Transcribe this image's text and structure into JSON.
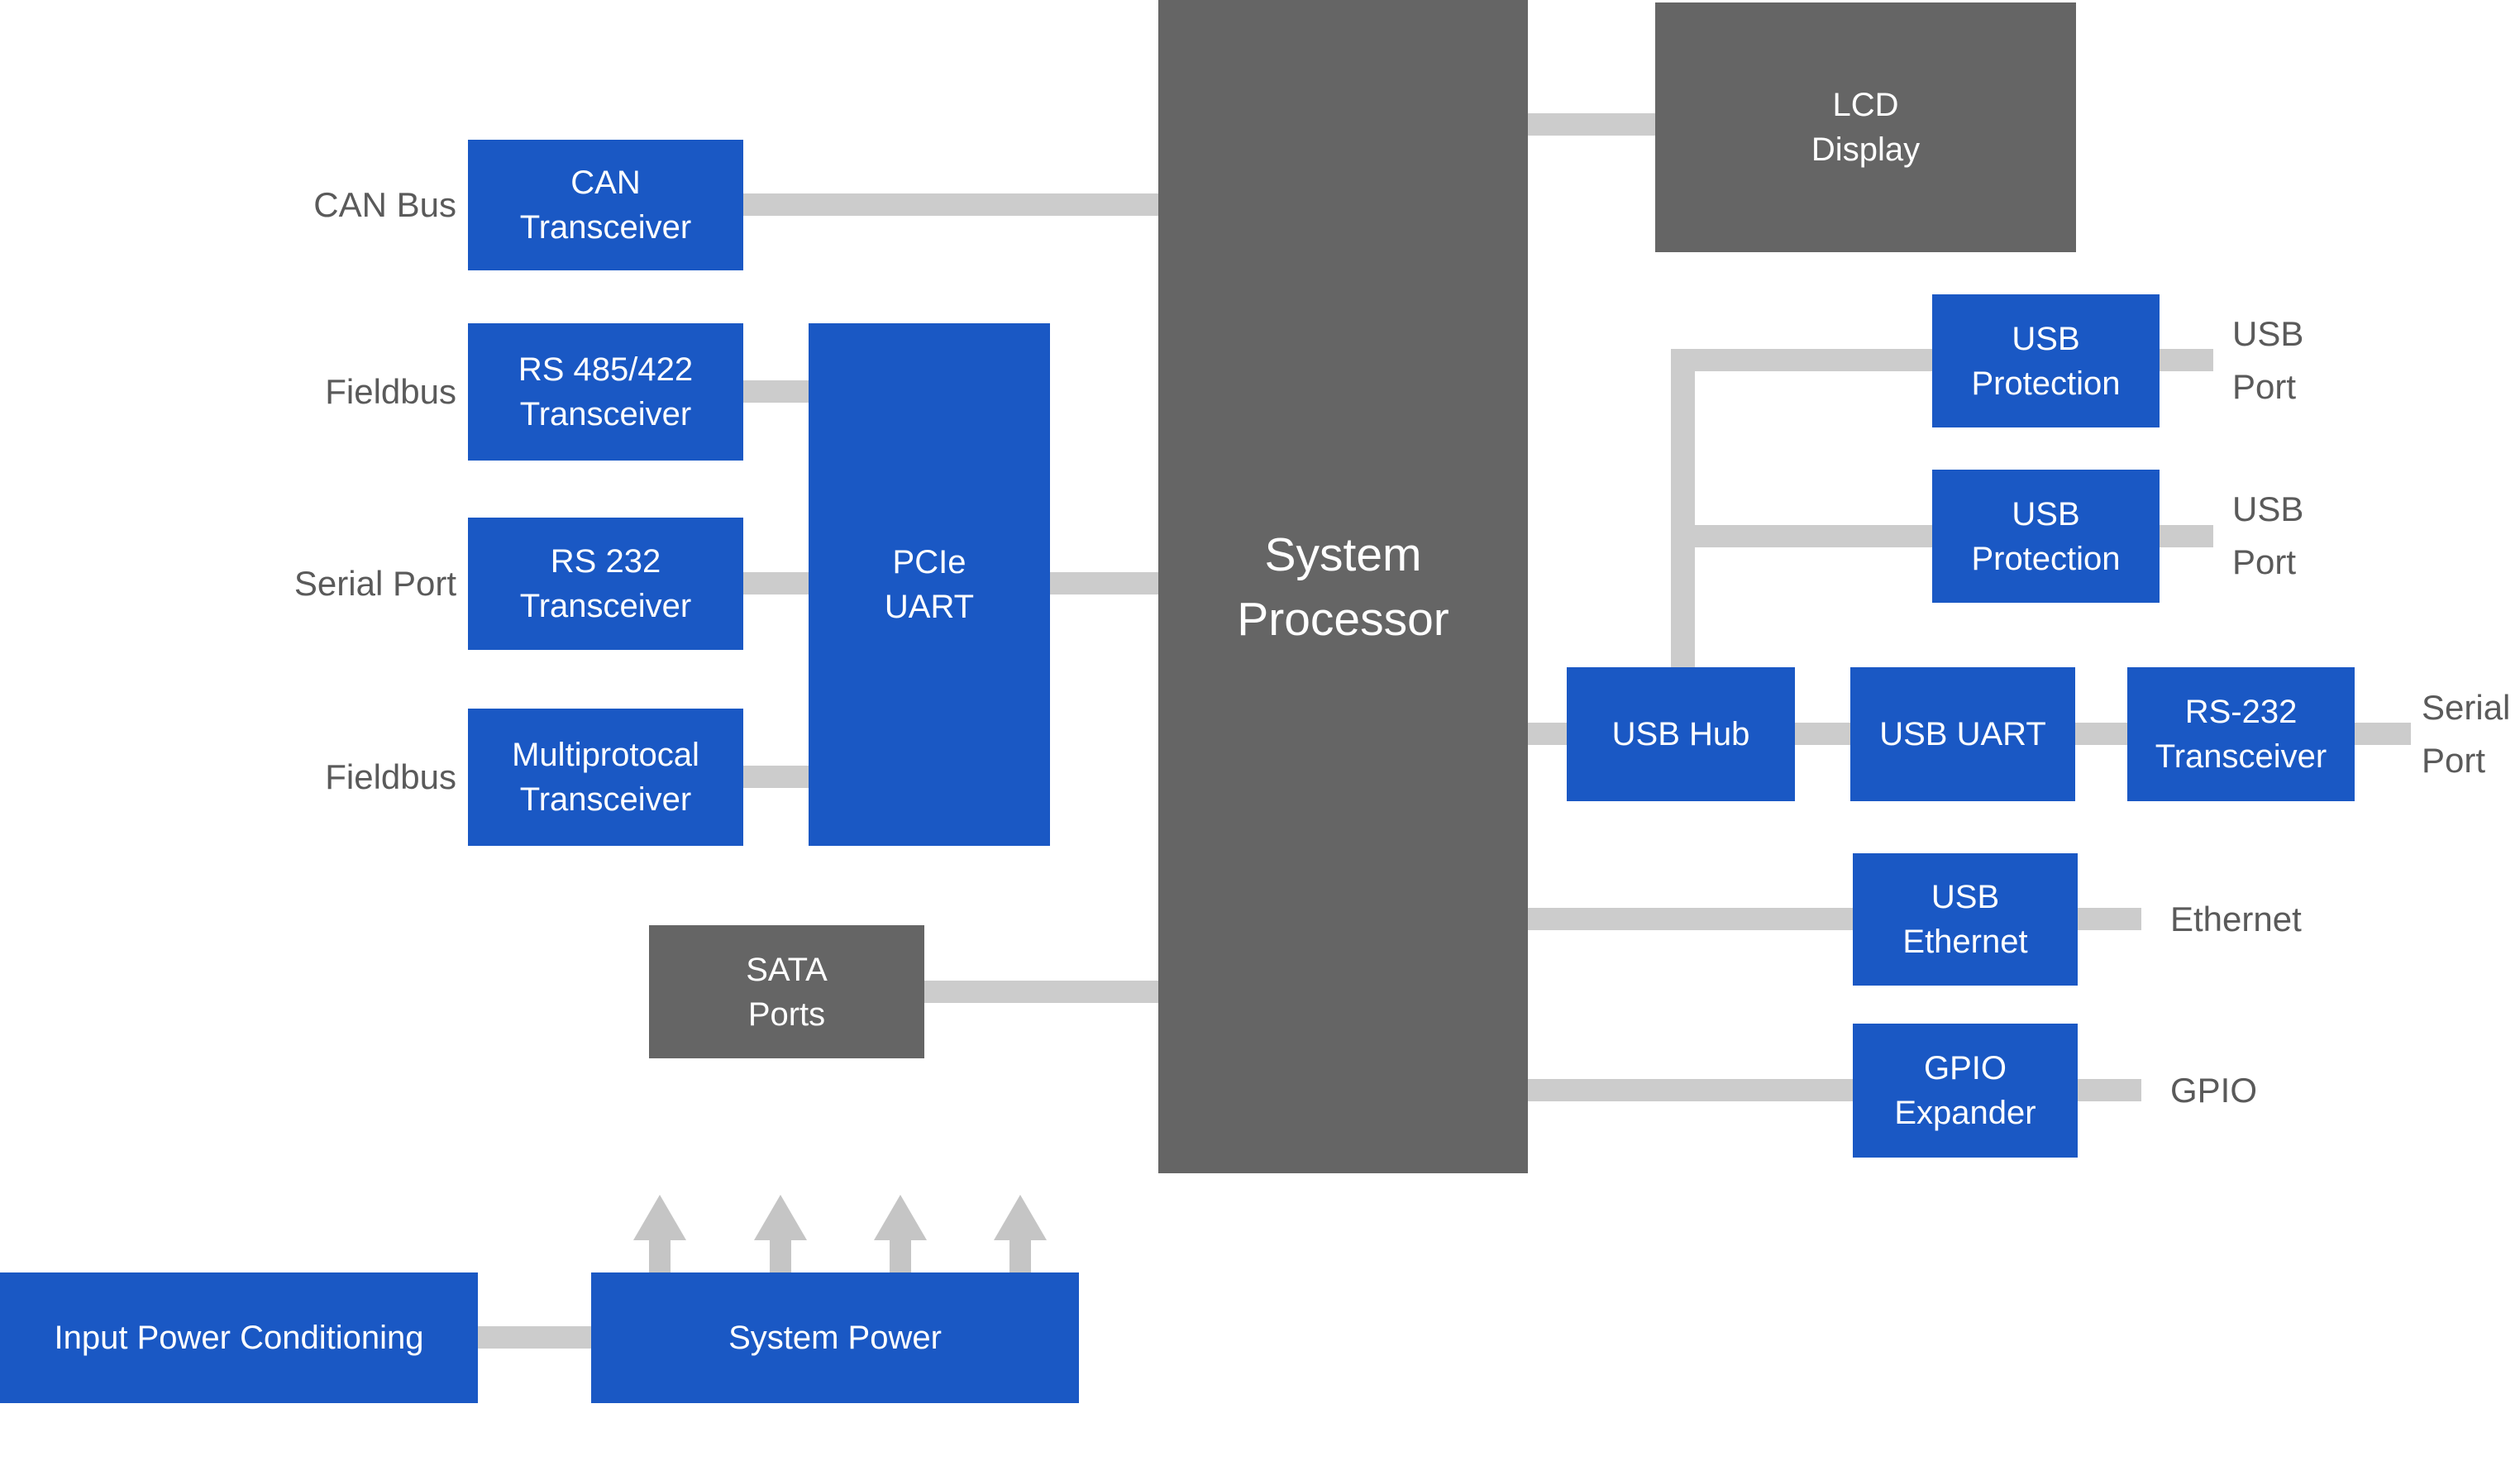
{
  "colors": {
    "block_blue": "#1A58C4",
    "block_gray": "#656565",
    "connector_gray": "#CCCCCC",
    "arrow_gray": "#C5C5C5",
    "port_label_text": "#5A5A5A",
    "block_text": "#FFFFFF"
  },
  "blocks": {
    "can_transceiver": {
      "line1": "CAN",
      "line2": "Transceiver"
    },
    "rs485_transceiver": {
      "line1": "RS 485/422",
      "line2": "Transceiver"
    },
    "rs232_transceiver_left": {
      "line1": "RS 232",
      "line2": "Transceiver"
    },
    "multiprotocal_transceiver": {
      "line1": "Multiprotocal",
      "line2": "Transceiver"
    },
    "pcie_uart": {
      "line1": "PCIe",
      "line2": "UART"
    },
    "system_processor": {
      "line1": "System",
      "line2": "Processor"
    },
    "lcd_display": {
      "line1": "LCD",
      "line2": "Display"
    },
    "sata_ports": {
      "line1": "SATA",
      "line2": "Ports"
    },
    "usb_protection_1": {
      "line1": "USB",
      "line2": "Protection"
    },
    "usb_protection_2": {
      "line1": "USB",
      "line2": "Protection"
    },
    "usb_hub": {
      "line1": "USB Hub"
    },
    "usb_uart": {
      "line1": "USB UART"
    },
    "rs232_transceiver_right": {
      "line1": "RS-232",
      "line2": "Transceiver"
    },
    "usb_ethernet": {
      "line1": "USB",
      "line2": "Ethernet"
    },
    "gpio_expander": {
      "line1": "GPIO",
      "line2": "Expander"
    },
    "input_power_conditioning": {
      "line1": "Input Power Conditioning"
    },
    "system_power": {
      "line1": "System Power"
    }
  },
  "port_labels": {
    "can_bus": {
      "line1": "CAN Bus"
    },
    "fieldbus_1": {
      "line1": "Fieldbus"
    },
    "serial_port_left": {
      "line1": "Serial Port"
    },
    "fieldbus_2": {
      "line1": "Fieldbus"
    },
    "usb_port_1": {
      "line1": "USB",
      "line2": "Port"
    },
    "usb_port_2": {
      "line1": "USB",
      "line2": "Port"
    },
    "serial_port_right": {
      "line1": "Serial",
      "line2": "Port"
    },
    "ethernet": {
      "line1": "Ethernet"
    },
    "gpio": {
      "line1": "GPIO"
    }
  },
  "connections": [
    "CAN Bus -> CAN Transceiver -> System Processor",
    "Fieldbus -> RS 485/422 Transceiver -> PCIe UART",
    "Serial Port -> RS 232 Transceiver -> PCIe UART",
    "Fieldbus -> Multiprotocal Transceiver -> PCIe UART",
    "PCIe UART -> System Processor",
    "SATA Ports -> System Processor",
    "System Processor -> LCD Display",
    "System Processor -> USB Hub",
    "USB Hub -> USB Protection -> USB Port (x2)",
    "USB Hub -> USB UART -> RS-232 Transceiver -> Serial Port",
    "System Processor -> USB Ethernet -> Ethernet",
    "System Processor -> GPIO Expander -> GPIO",
    "Input Power Conditioning -> System Power",
    "System Power -> four power rails (arrows up)"
  ]
}
